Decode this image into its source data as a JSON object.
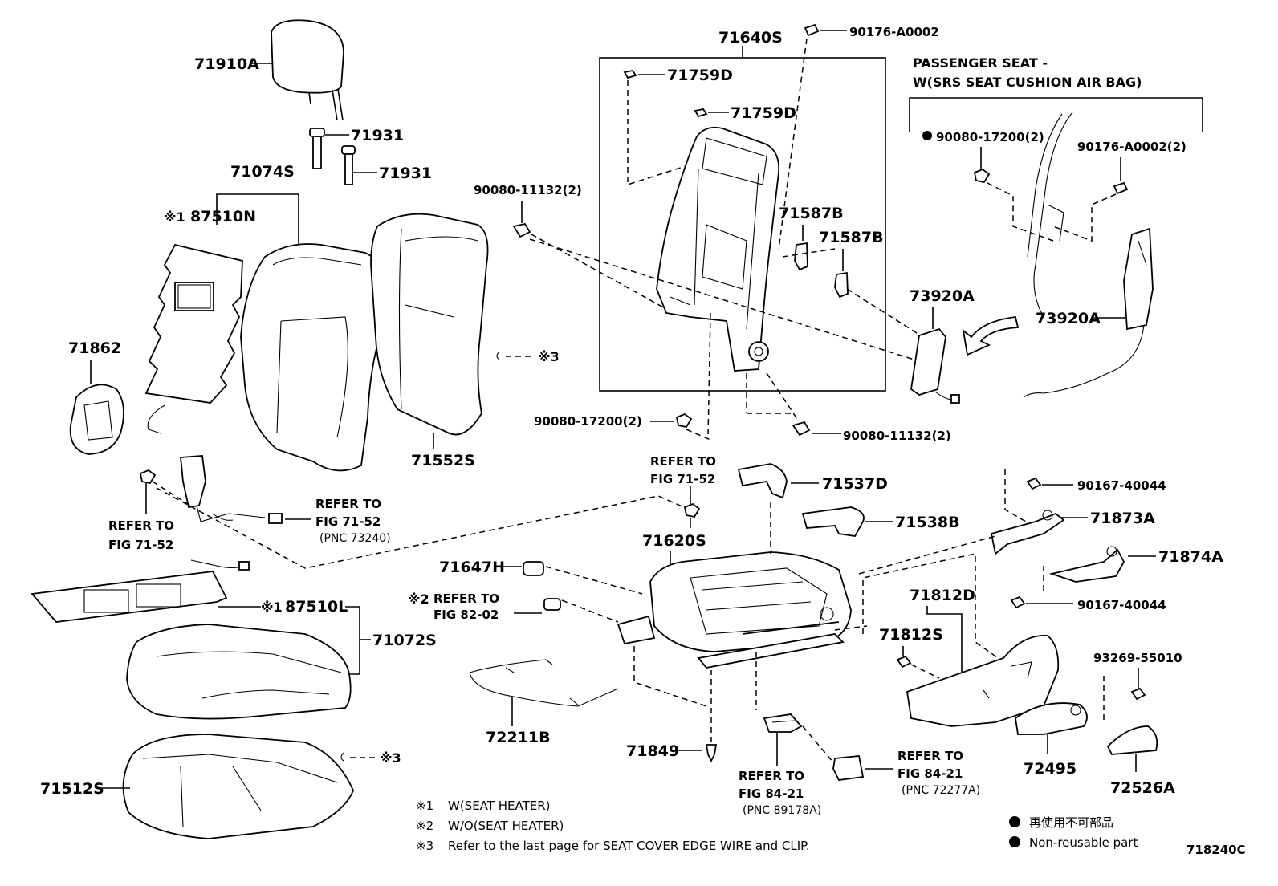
{
  "diagram_code": "718240C",
  "section_header": {
    "line1": "PASSENGER SEAT -",
    "line2": "W(SRS SEAT CUSHION AIR BAG)"
  },
  "labels": {
    "headrest": "71910A",
    "guide_a": "71931",
    "guide_b": "71931",
    "back_assy": "71074S",
    "back_heater": "87510N",
    "back_cover": "71552S",
    "frame_assy": "71640S",
    "clip_a": "71759D",
    "clip_b": "71759D",
    "bracket_a": "71587B",
    "bracket_b": "71587B",
    "airbag_left": "73920A",
    "airbag_right": "73920A",
    "bolt_top": "90176-A0002",
    "bolt_right": "90176-A0002(2)",
    "nut_right": "90080-17200(2)",
    "bolt_back": "90080-11132(2)",
    "nut_mid": "90080-17200(2)",
    "bolt_low": "90080-11132(2)",
    "shield": "71862",
    "cushion_heater": "87510L",
    "cushion_assy": "71072S",
    "cushion_cover": "71512S",
    "cushion_frame": "71620S",
    "link_cover": "71537D",
    "cover_b": "71538B",
    "cover_c": "71873A",
    "cover_d": "71874A",
    "screw_top": "90167-40044",
    "screw_bottom": "90167-40044",
    "bumper": "71647H",
    "spring": "72211B",
    "pin": "71849",
    "shield_assy": "71812D",
    "shield_sub": "71812S",
    "screw_9326": "93269-55010",
    "knob": "72495",
    "lever": "72526A",
    "mark3_back": "※3",
    "mark3_cushion": "※3",
    "mark1_back": "※1",
    "mark1_cushion": "※1",
    "mark2": "※2"
  },
  "refs": {
    "refer_to": "REFER TO",
    "fig_7152": "FIG 71-52",
    "fig_8202": "FIG 82-02",
    "fig_8421": "FIG 84-21",
    "pnc_73240": "(PNC 73240)",
    "pnc_89178a": "(PNC 89178A)",
    "pnc_72277a": "(PNC 72277A)"
  },
  "notes": [
    {
      "mark": "※1",
      "text": "W(SEAT HEATER)"
    },
    {
      "mark": "※2",
      "text": "W/O(SEAT HEATER)"
    },
    {
      "mark": "※3",
      "text": "Refer to the last page for SEAT COVER EDGE WIRE and CLIP."
    }
  ],
  "legend": {
    "jp": "再使用不可部品",
    "en": "Non-reusable part"
  }
}
